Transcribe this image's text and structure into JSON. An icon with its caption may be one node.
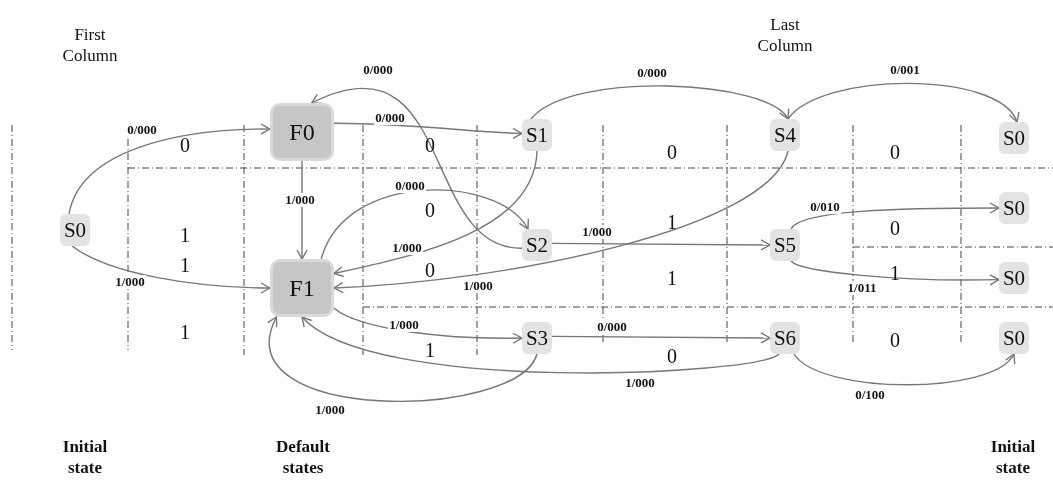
{
  "diagram": {
    "nodes": [
      {
        "text": [
          "S0"
        ]
      },
      {
        "text": [
          "F0"
        ]
      },
      {
        "text": [
          "F1"
        ]
      },
      {
        "text": [
          "S1"
        ]
      },
      {
        "text": [
          "S4"
        ]
      },
      {
        "text": [
          "S0"
        ]
      },
      {
        "text": [
          "S2"
        ]
      },
      {
        "text": [
          "S5"
        ]
      },
      {
        "text": [
          "S0"
        ]
      },
      {
        "text": [
          "S0"
        ]
      },
      {
        "text": [
          "S3"
        ]
      },
      {
        "text": [
          "S6"
        ]
      },
      {
        "text": [
          "S0"
        ]
      }
    ],
    "edges": [
      {
        "from": 0,
        "to": 1,
        "arrow": "to",
        "label": "0/000"
      },
      {
        "from": 0,
        "to": 2,
        "arrow": "to",
        "label": "1/000"
      },
      {
        "from": 1,
        "to": 3,
        "arrow": "to",
        "label": "0/000"
      },
      {
        "from": 1,
        "to": 2,
        "arrow": "to",
        "label": "1/000"
      },
      {
        "from": 6,
        "to": 1,
        "arrow": "to",
        "label": "0/000"
      },
      {
        "from": 2,
        "to": 6,
        "arrow": "to",
        "label": "0/000"
      },
      {
        "from": 3,
        "to": 2,
        "arrow": "to",
        "label": "1/000"
      },
      {
        "from": 4,
        "to": 2,
        "arrow": "to",
        "label": "1/000"
      },
      {
        "from": 3,
        "to": 4,
        "arrow": "to",
        "label": "0/000"
      },
      {
        "from": 4,
        "to": 5,
        "arrow": "to",
        "label": "0/001"
      },
      {
        "from": 6,
        "to": 7,
        "arrow": "to",
        "label": "1/000"
      },
      {
        "from": 7,
        "to": 8,
        "arrow": "to",
        "label": "0/010"
      },
      {
        "from": 7,
        "to": 9,
        "arrow": "to",
        "label": "1/011"
      },
      {
        "from": 2,
        "to": 10,
        "arrow": "to",
        "label": "1/000"
      },
      {
        "from": 10,
        "to": 11,
        "arrow": "to",
        "label": "0/000"
      },
      {
        "from": 11,
        "to": 2,
        "arrow": "to",
        "label": "1/000"
      },
      {
        "from": 10,
        "to": 2,
        "arrow": "to",
        "label": "1/000"
      },
      {
        "from": 11,
        "to": 12,
        "arrow": "to",
        "label": "0/100"
      }
    ],
    "labels": [
      "First Column",
      "Last Column",
      "0",
      "0",
      "0",
      "0",
      "1",
      "0",
      "1",
      "0",
      "1",
      "0",
      "1",
      "1",
      "1",
      "1",
      "0",
      "0",
      "Initial state",
      "Default states",
      "Initial state"
    ]
  }
}
